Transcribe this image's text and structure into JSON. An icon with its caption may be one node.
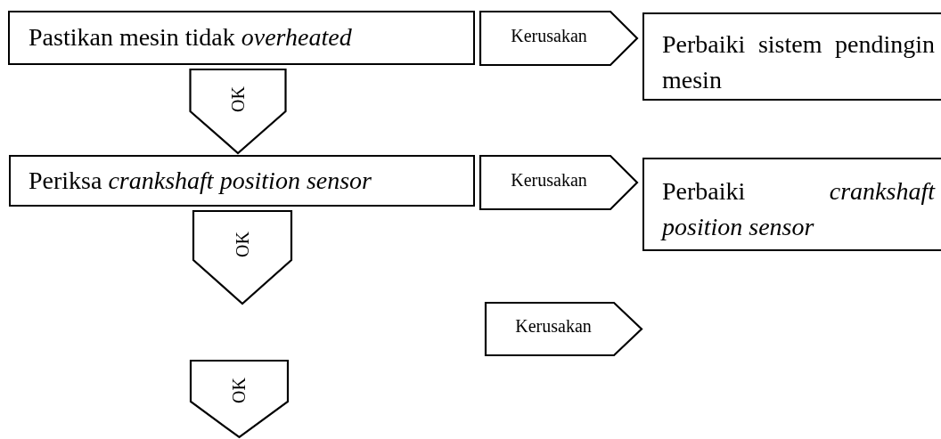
{
  "diagram": {
    "nodes": [
      {
        "text": [
          "Pastikan mesin tidak *overheated*"
        ]
      },
      {
        "text": [
          "Perbaiki sistem pendingin mesin"
        ]
      },
      {
        "text": [
          "Periksa *crankshaft position sensor*"
        ]
      },
      {
        "text": [
          "Perbaiki *crankshaft position sensor*"
        ]
      },
      {
        "text": [
          "Kerusakan"
        ]
      },
      {
        "text": [
          "OK"
        ]
      }
    ],
    "edges": [
      {
        "from": 0,
        "to": 1,
        "arrow": "to",
        "label": "Kerusakan"
      },
      {
        "from": 0,
        "to": 2,
        "arrow": "to",
        "label": "OK"
      },
      {
        "from": 2,
        "to": 3,
        "arrow": "to",
        "label": "Kerusakan"
      },
      {
        "from": 2,
        "to": null,
        "arrow": "to",
        "label": "OK"
      }
    ]
  }
}
